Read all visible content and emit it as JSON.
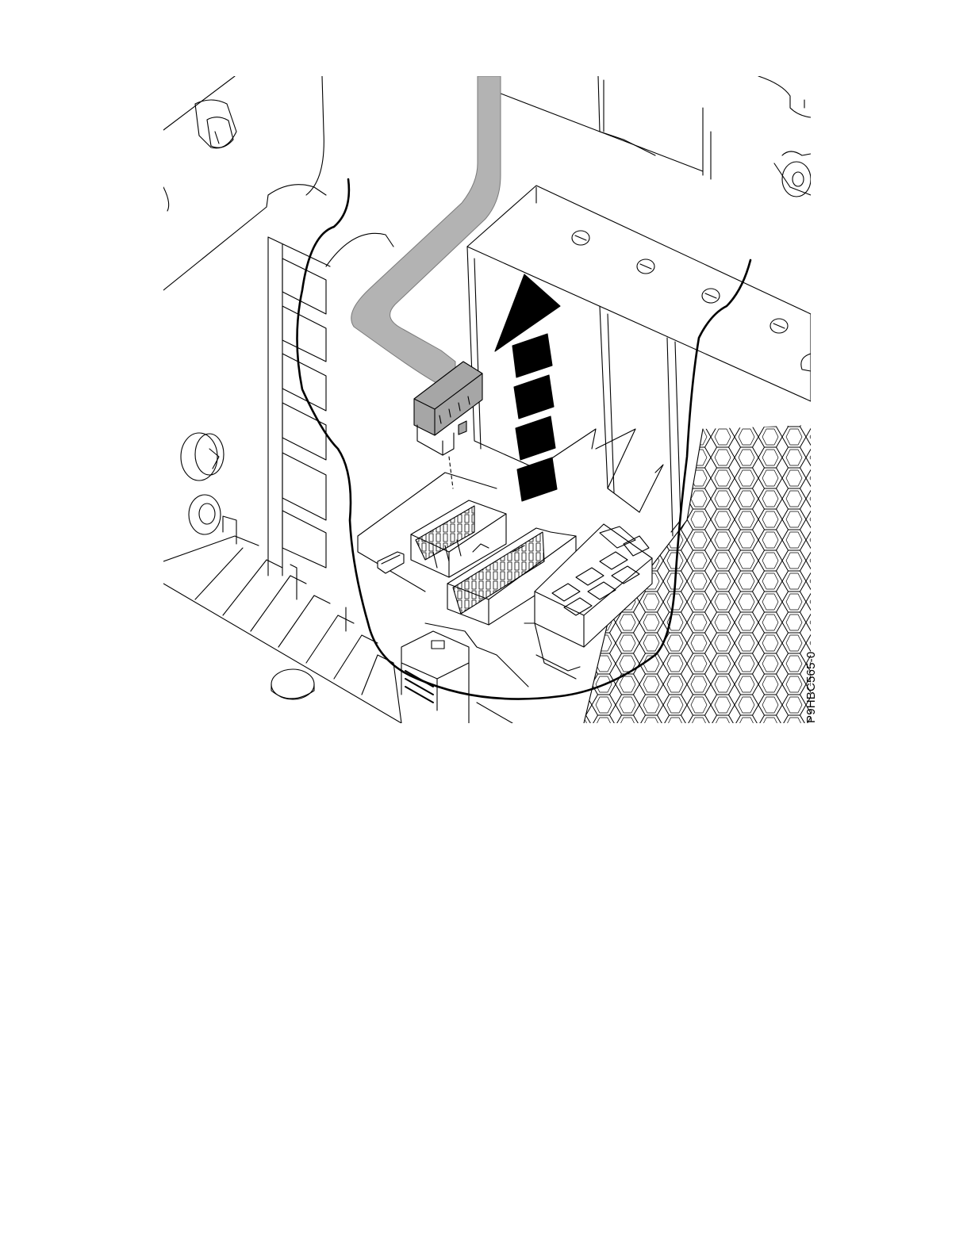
{
  "figure": {
    "id_label": "P9HBC565-0",
    "colors": {
      "line": "#000000",
      "cable": "#b3b3b3",
      "connector": "#9a9a9a",
      "arrow": "#000000",
      "background": "#ffffff"
    },
    "callouts": {
      "direction": "up",
      "arrow_meaning": "lift-connector",
      "highlight_loop": "area-outline"
    }
  }
}
